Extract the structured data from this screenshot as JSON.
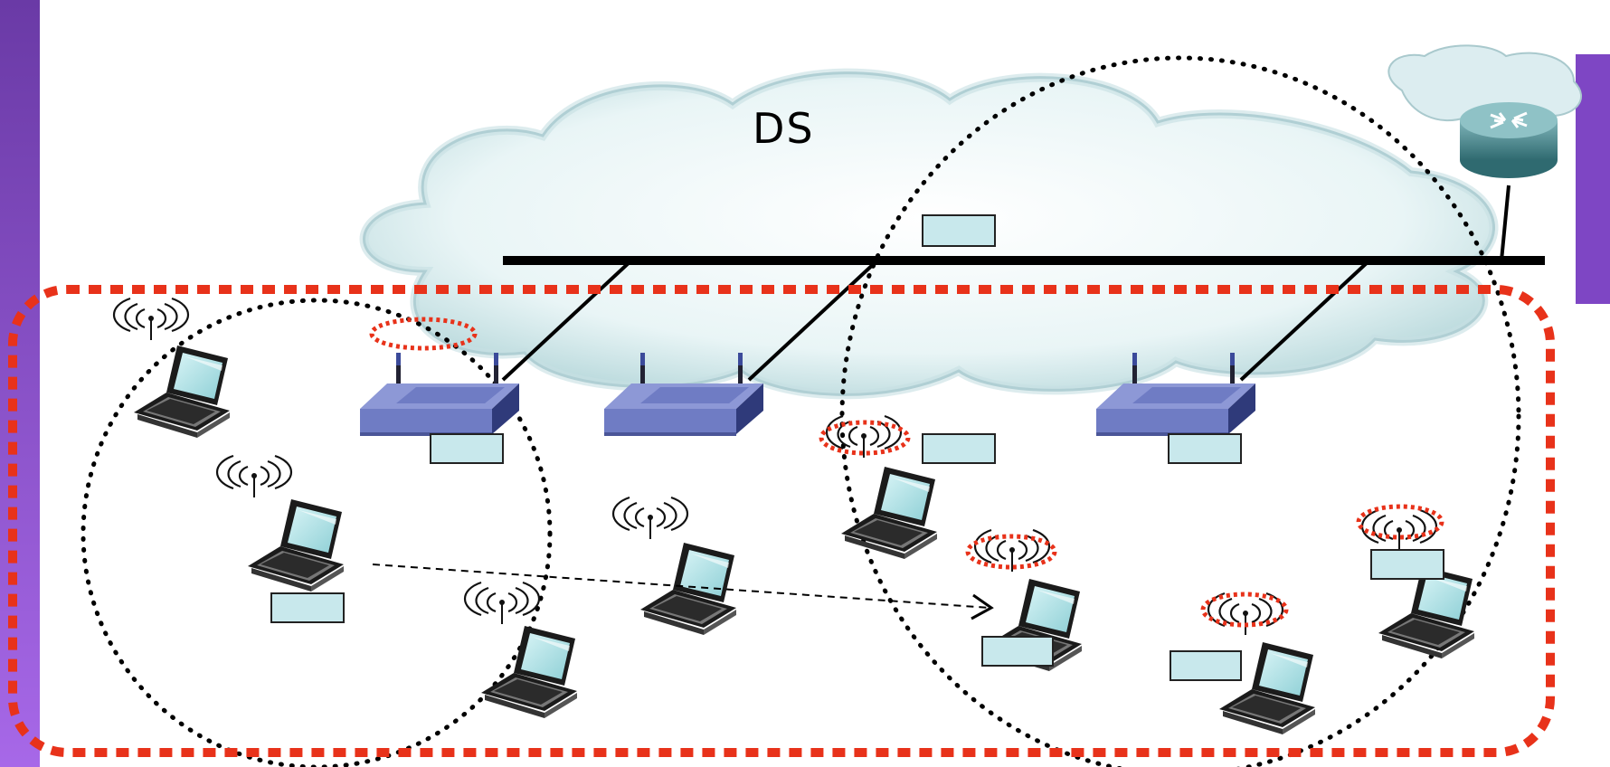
{
  "diagram": {
    "ds_label": "DS",
    "colors": {
      "background": "#ffffff",
      "left_strip": "#8a4fd0",
      "cloud_fill": "#d6ecef",
      "cloud_edge": "#8fb7bd",
      "ess_border": "#e8321a",
      "label_box": "#c8e8ec",
      "access_point": "#6f7cc4",
      "router": "#3f7f86"
    },
    "nodes": {
      "access_points": [
        {
          "id": "ap-1"
        },
        {
          "id": "ap-2"
        },
        {
          "id": "ap-3"
        }
      ],
      "stations": [
        {
          "id": "sta-1"
        },
        {
          "id": "sta-2"
        },
        {
          "id": "sta-3"
        },
        {
          "id": "sta-4"
        },
        {
          "id": "sta-5"
        },
        {
          "id": "sta-6"
        },
        {
          "id": "sta-7"
        },
        {
          "id": "sta-8"
        },
        {
          "id": "sta-9"
        }
      ],
      "router": {
        "id": "router"
      }
    },
    "icons": [
      "cloud-icon",
      "router-icon",
      "access-point-icon",
      "laptop-icon",
      "wireless-signal-icon"
    ]
  }
}
